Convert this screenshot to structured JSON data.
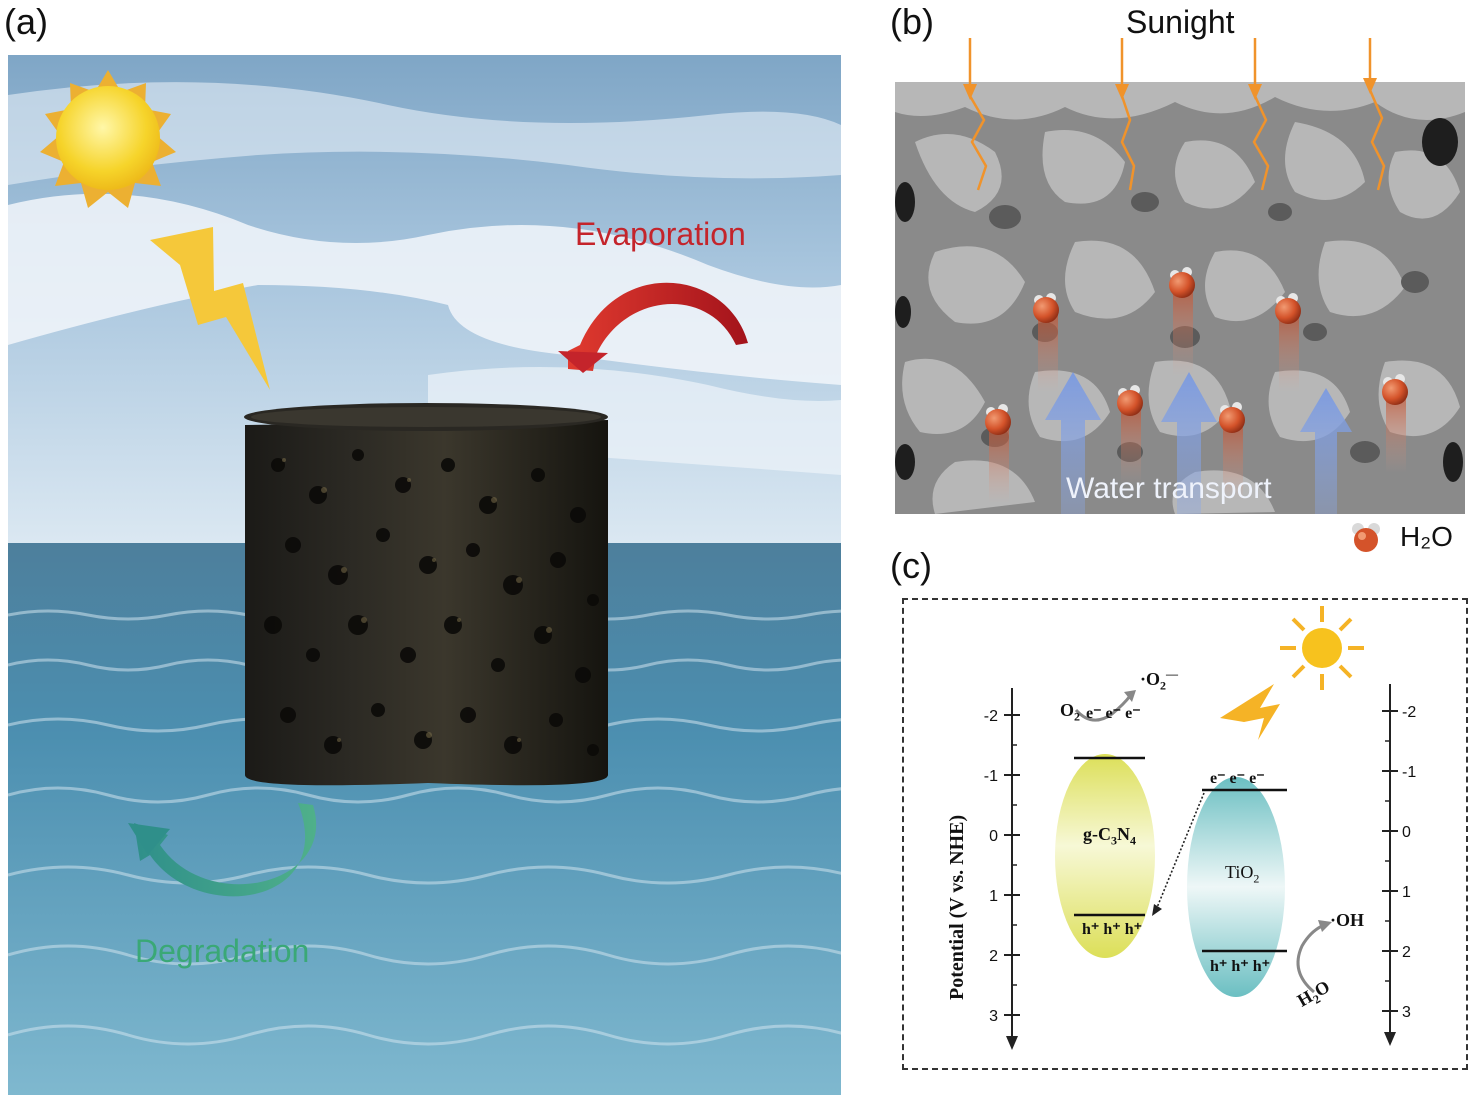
{
  "panel_a": {
    "label": "(a)",
    "evaporation_label": "Evaporation",
    "degradation_label": "Degradation",
    "colors": {
      "evaporation": "#c4242b",
      "degradation": "#3aa876",
      "sun": "#f4c224",
      "lightning": "#f5c83a"
    }
  },
  "panel_b": {
    "label": "(b)",
    "sunlight_label": "Sunight",
    "water_transport_label": "Water transport",
    "legend_label": "H₂O",
    "colors": {
      "sunlight": "#f0932b",
      "water_arrow": "#8aa8e8",
      "molecule": "#d4532a"
    }
  },
  "panel_c": {
    "label": "(c)",
    "y_axis_label": "Potential (V vs. NHE)",
    "ticks": [
      "-2",
      "-1",
      "0",
      "1",
      "2",
      "3"
    ],
    "left_band": {
      "name_main": "g-C",
      "name_sub1": "3",
      "name_mid": "N",
      "name_sub2": "4",
      "electrons": "e⁻ e⁻ e⁻",
      "holes": "h⁺ h⁺ h⁺"
    },
    "right_band": {
      "name_main": "TiO",
      "name_sub": "2",
      "electrons": "e⁻ e⁻ e⁻",
      "holes": "h⁺ h⁺ h⁺"
    },
    "o2_label": "O",
    "o2_sub": "2",
    "superoxide_label": "·O",
    "superoxide_sub": "2",
    "superoxide_sup": "—",
    "oh_label": "·OH",
    "h2o_label_main": "H",
    "h2o_label_sub": "2",
    "h2o_label_end": "O"
  }
}
